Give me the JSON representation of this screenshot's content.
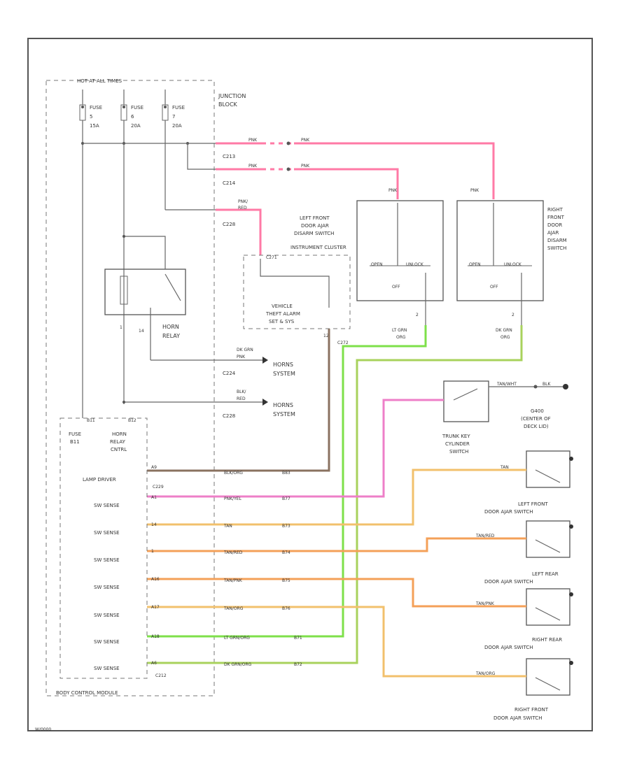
{
  "page_id": "W/0000",
  "junction_block": {
    "hot_label": "HOT AT ALL TIMES",
    "title_line1": "JUNCTION",
    "title_line2": "BLOCK",
    "fuse1": [
      "FUSE",
      "5",
      "15A"
    ],
    "fuse2": [
      "FUSE",
      "6",
      "20A"
    ],
    "fuse3": [
      "FUSE",
      "7",
      "20A"
    ],
    "conn_c213": "C213",
    "conn_c214": "C214",
    "conn_c228a": "C228",
    "conn_c224": "C224",
    "conn_c228b": "C228"
  },
  "wires": {
    "pnk_a1": "PNK",
    "pnk_a2": "PNK",
    "pnk_b1": "PNK",
    "pnk_b2": "PNK",
    "pnk_sw1": "PNK",
    "pnk_sw2": "PNK",
    "pnk_red_1": "PNK/",
    "pnk_red_2": "RED",
    "dk_grn_1": "DK GRN",
    "dk_grn_2": "PNK",
    "blk_1": "BLK/",
    "blk_2": "RED",
    "lt_grn_org_1": "LT GRN",
    "lt_grn_org_2": "ORG",
    "dk_grn_org_1": "DK GRN",
    "dk_grn_org_2": "ORG",
    "trunk_tan_wht": "TAN/WHT",
    "trunk_blk": "BLK"
  },
  "horn_relay": {
    "title_line1": "HORN",
    "title_line2": "RELAY",
    "pin_a": "1",
    "pin_b": "14"
  },
  "instrument_cluster": {
    "conn": "C271",
    "title": "INSTRUMENT CLUSTER",
    "sub1": "VEHICLE",
    "sub2": "THEFT ALARM",
    "sub3": "SET & SYS",
    "pin_top": "12",
    "conn_bottom": "C272"
  },
  "left_front_switch": {
    "label": [
      "LEFT FRONT",
      "DOOR AJAR",
      "DISARM SWITCH"
    ],
    "open": "OPEN",
    "unlock": "UNLOCK",
    "off": "OFF",
    "pin": "2"
  },
  "right_front_switch": {
    "label": [
      "RIGHT",
      "FRONT",
      "DOOR",
      "AJAR",
      "DISARM",
      "SWITCH"
    ],
    "open": "OPEN",
    "unlock": "UNLOCK",
    "off": "OFF",
    "pin": "2"
  },
  "horn_outputs": {
    "horns1": [
      "HORNS",
      "SYSTEM"
    ],
    "horns2": [
      "HORNS",
      "SYSTEM"
    ]
  },
  "trunk_switch": {
    "label": [
      "TRUNK KEY",
      "CYLINDER",
      "SWITCH"
    ],
    "ground": [
      "G400",
      "(CENTER OF",
      "DECK LID)"
    ]
  },
  "door_switches": {
    "left_front": [
      "LEFT FRONT",
      "DOOR AJAR SWITCH"
    ],
    "left_rear": [
      "LEFT REAR",
      "DOOR AJAR SWITCH"
    ],
    "right_rear": [
      "RIGHT REAR",
      "DOOR AJAR SWITCH"
    ],
    "right_front": [
      "RIGHT FRONT",
      "DOOR AJAR SWITCH"
    ],
    "wire_lf": "TAN",
    "wire_lr": "TAN/RED",
    "wire_rr": "TAN/PNK",
    "wire_rf": "TAN/ORG"
  },
  "bcm": {
    "fuse_label": [
      "FUSE",
      "B11"
    ],
    "relay_label": [
      "HORN",
      "RELAY",
      "CNTRL"
    ],
    "pin_top_a": "B11",
    "pin_top_b": "B12",
    "title": "BODY CONTROL MODULE",
    "conn_c229": "C229",
    "conn_c212": "C212",
    "rows": [
      {
        "label": "LAMP DRIVER",
        "pin": "A9",
        "wire": "BLK/ORG",
        "tag": "B83"
      },
      {
        "label": "SW SENSE",
        "pin": "A1",
        "wire": "PNK/YEL",
        "tag": "B77"
      },
      {
        "label": "SW SENSE",
        "pin": "14",
        "wire": "TAN",
        "tag": "B73"
      },
      {
        "label": "SW SENSE",
        "pin": "1",
        "wire": "TAN/RED",
        "tag": "B74"
      },
      {
        "label": "SW SENSE",
        "pin": "A16",
        "wire": "TAN/PNK",
        "tag": "B75"
      },
      {
        "label": "SW SENSE",
        "pin": "A17",
        "wire": "TAN/ORG",
        "tag": "B76"
      },
      {
        "label": "SW SENSE",
        "pin": "A18",
        "wire": "LT GRN/ORG",
        "tag": "B71"
      },
      {
        "label": "SW SENSE",
        "pin": "A6",
        "wire": "DK GRN/ORG",
        "tag": "B72"
      }
    ]
  },
  "colors": {
    "pink": "#ff7aa6",
    "tan": "#f2c06c",
    "orange": "#f4a058",
    "lt_green": "#7ee04a",
    "dk_green": "#a8d25c",
    "brown": "#8a7260",
    "pnk_yel": "#ee7fc8",
    "line": "#666666"
  }
}
